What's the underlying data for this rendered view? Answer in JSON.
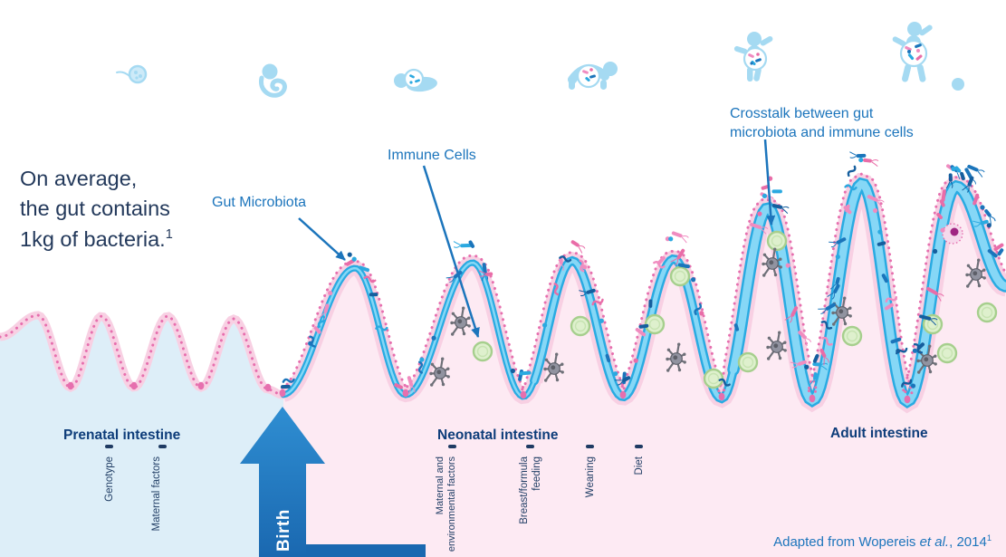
{
  "colors": {
    "navy": "#1e3e6e",
    "blue": "#1c75bc",
    "mucus": "#29abe2",
    "mucus_light": "#86d7f6",
    "pink_dot": "#e66fae",
    "halo": "#f8d0e3",
    "bg_blue": "#ddeef8",
    "bg_pink": "#fdeaf3",
    "icon_blue": "#a5daf2",
    "green_fill": "#def0cd",
    "green_ring": "#a6cf8d",
    "grey_cell": "#9193a0"
  },
  "intro": {
    "line1": "On average,",
    "line2": "the gut contains",
    "line3": "1kg of bacteria.",
    "sup": "1"
  },
  "annotations": {
    "gut_microbiota": "Gut Microbiota",
    "immune_cells": "Immune Cells",
    "crosstalk": "Crosstalk between gut\nmicrobiota and immune cells"
  },
  "stages": [
    {
      "icon": "fertilized-egg-icon"
    },
    {
      "icon": "fetus-icon"
    },
    {
      "icon": "newborn-icon"
    },
    {
      "icon": "crawling-infant-icon"
    },
    {
      "icon": "toddler-icon"
    },
    {
      "icon": "walking-child-icon"
    }
  ],
  "birth": {
    "label": "Birth"
  },
  "sections": [
    {
      "title": "Prenatal intestine",
      "factors": [
        "Genotype",
        "Maternal factors"
      ]
    },
    {
      "title": "Neonatal intestine",
      "factors": [
        "Maternal and environmental factors",
        "Breast/formula feeding",
        "Weaning",
        "Diet"
      ]
    },
    {
      "title": "Adult intestine",
      "factors": []
    }
  ],
  "credit": {
    "prefix": "Adapted from Wopereis ",
    "italic": "et al.",
    "suffix": ", 2014",
    "sup": "1"
  }
}
